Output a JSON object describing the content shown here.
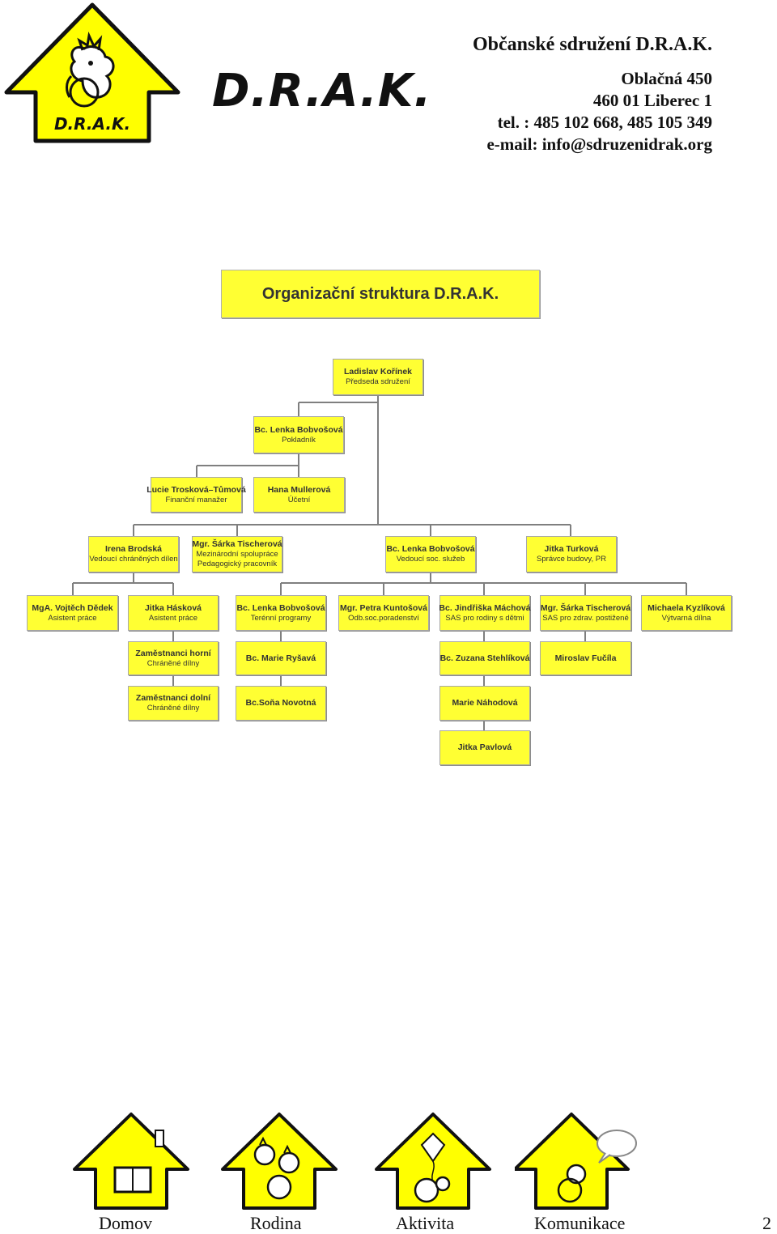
{
  "header": {
    "logo_text": "D.R.A.K.",
    "wordmark": "D.R.A.K.",
    "org_name": "Občanské sdružení D.R.A.K.",
    "street": "Oblačná 450",
    "city": "460 01  Liberec 1",
    "phone": "tel. :  485 102 668, 485 105 349",
    "email": "e-mail: info@sdruzenidrak.org"
  },
  "chart": {
    "title": "Organizační struktura D.R.A.K.",
    "nodes": [
      {
        "name": "Ladislav Kořínek",
        "role": "Předseda sdružení"
      },
      {
        "name": "Bc. Lenka Bobvošová",
        "role": "Pokladník"
      },
      {
        "name": "Lucie Trosková–Tůmová",
        "role": "Finanční manažer"
      },
      {
        "name": "Hana Mullerová",
        "role": "Účetní"
      },
      {
        "name": "Irena Brodská",
        "role": "Vedoucí chráněných dílen"
      },
      {
        "name": "Mgr. Šárka Tischerová",
        "role": "Mezinárodní spolupráce",
        "role2": "Pedagogický pracovník"
      },
      {
        "name": "Bc. Lenka Bobvošová",
        "role": "Vedoucí soc. služeb"
      },
      {
        "name": "Jitka Turková",
        "role": "Správce budovy, PR"
      },
      {
        "name": "MgA. Vojtěch Dědek",
        "role": "Asistent práce"
      },
      {
        "name": "Jitka Hásková",
        "role": "Asistent práce"
      },
      {
        "name": "Bc. Lenka Bobvošová",
        "role": "Terénní programy"
      },
      {
        "name": "Mgr. Petra Kuntošová",
        "role": "Odb.soc.poradenství"
      },
      {
        "name": "Bc. Jindřiška Máchová",
        "role": "SAS pro rodiny s dětmi"
      },
      {
        "name": "Mgr. Šárka Tischerová",
        "role": "SAS pro zdrav. postižené"
      },
      {
        "name": "Michaela Kyzlíková",
        "role": "Výtvarná dílna"
      },
      {
        "name": "Zaměstnanci horní",
        "role": "Chráněné dílny"
      },
      {
        "name": "Bc. Marie Ryšavá",
        "role": ""
      },
      {
        "name": "Bc. Zuzana Stehlíková",
        "role": ""
      },
      {
        "name": "Miroslav Fučíla",
        "role": ""
      },
      {
        "name": "Zaměstnanci dolní",
        "role": "Chráněné dílny"
      },
      {
        "name": "Bc.Soňa Novotná",
        "role": ""
      },
      {
        "name": "Marie Náhodová",
        "role": ""
      },
      {
        "name": "Jitka Pavlová",
        "role": ""
      }
    ]
  },
  "footer": {
    "items": [
      {
        "label": "Domov",
        "icon": "house-window-icon"
      },
      {
        "label": "Rodina",
        "icon": "dragon-family-icon"
      },
      {
        "label": "Aktivita",
        "icon": "dragon-kite-icon"
      },
      {
        "label": "Komunikace",
        "icon": "dragon-speech-icon"
      }
    ],
    "page_number": "2"
  },
  "colors": {
    "box_fill": "#ffff33",
    "box_border": "#a8a8a8",
    "connector": "#7f7f7f",
    "arrow_fill": "#ffff00"
  }
}
